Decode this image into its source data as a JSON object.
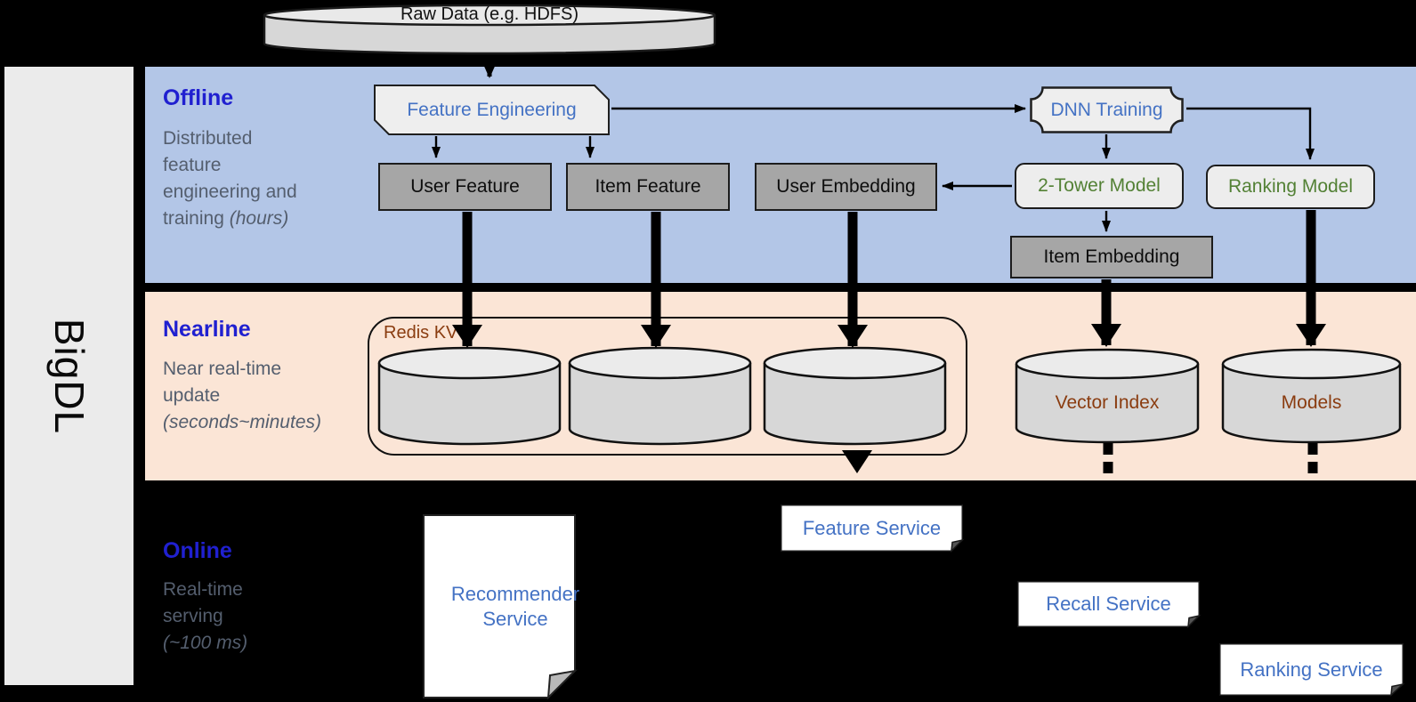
{
  "sidebar": {
    "label": "BigDL"
  },
  "raw_data": {
    "label": "Raw Data (e.g. HDFS)"
  },
  "colors": {
    "offline_band": "#b3c6e7",
    "nearline_band": "#fbe5d6",
    "band_title_blue": "#2020d0",
    "process_text_blue": "#4472c4",
    "model_text_green": "#538135",
    "storage_text_brown": "#8a3c10",
    "dark_box_gray": "#a6a6a6"
  },
  "offline": {
    "title": "Offline",
    "desc_lines": [
      "Distributed",
      "feature",
      "engineering and"
    ],
    "desc_last": "training ",
    "desc_last_italic": "(hours)",
    "feature_engineering": "Feature Engineering",
    "dnn_training": "DNN Training",
    "user_feature": "User Feature",
    "item_feature": "Item Feature",
    "user_embedding": "User Embedding",
    "two_tower_model": "2-Tower Model",
    "ranking_model": "Ranking Model",
    "item_embedding": "Item Embedding"
  },
  "nearline": {
    "title": "Nearline",
    "desc_lines": [
      "Near real-time",
      "update"
    ],
    "desc_italic": "(seconds~minutes)",
    "redis_kv": "Redis KV",
    "vector_index": "Vector Index",
    "models": "Models"
  },
  "online": {
    "title": "Online",
    "desc_lines": [
      "Real-time",
      "serving"
    ],
    "desc_italic": "(~100 ms)",
    "recommender_service": "Recommender Service",
    "feature_service": "Feature Service",
    "recall_service": "Recall Service",
    "ranking_service": "Ranking Service"
  }
}
